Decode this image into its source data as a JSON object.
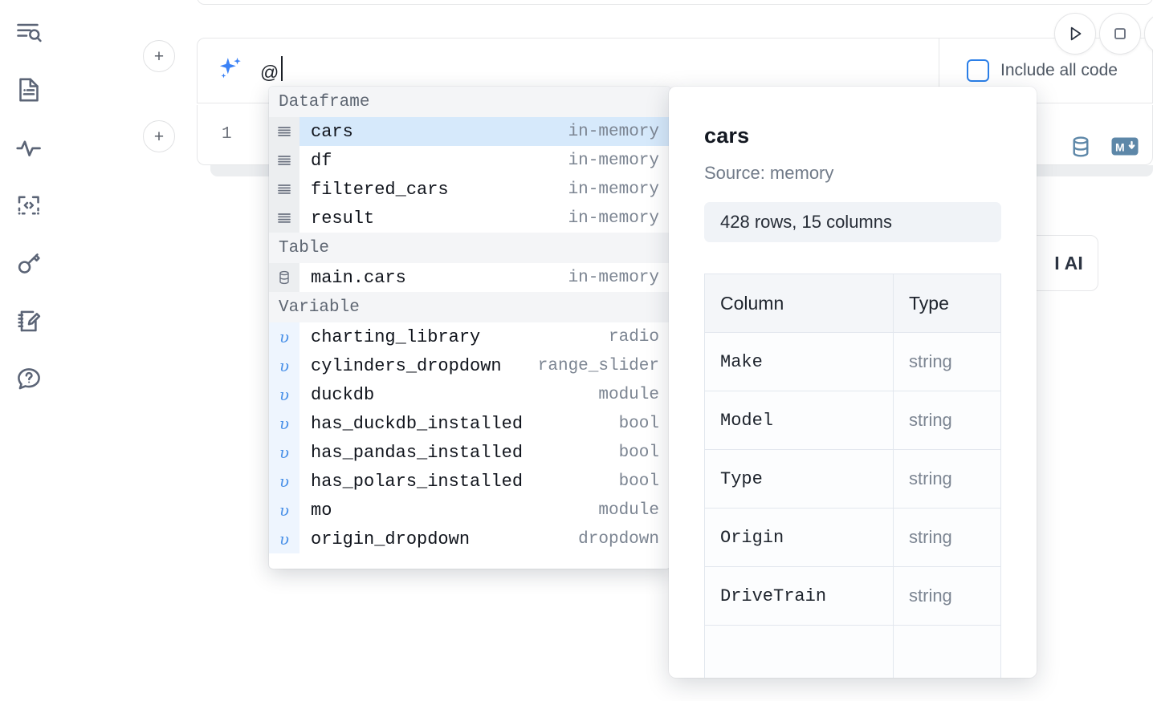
{
  "sidebar": {
    "items": [
      {
        "name": "outline-search-icon",
        "label": "Explore"
      },
      {
        "name": "document-icon",
        "label": "Notebook"
      },
      {
        "name": "activity-icon",
        "label": "Activity"
      },
      {
        "name": "snippets-icon",
        "label": "Snippets"
      },
      {
        "name": "key-icon",
        "label": "Secrets"
      },
      {
        "name": "scratchpad-icon",
        "label": "Scratchpad"
      },
      {
        "name": "help-icon",
        "label": "Help"
      }
    ]
  },
  "toolbar": {
    "run_label": "Run",
    "stop_label": "Stop",
    "include_all_code_label": "Include all code",
    "include_all_code_checked": false,
    "accent_color": "#2b7fe8"
  },
  "ai_cell": {
    "value": "@",
    "placeholder": "",
    "sparkle_icon": "ai-sparkle-icon"
  },
  "code_cell": {
    "line_number": "1",
    "icons": [
      "database-icon",
      "markdown-icon"
    ]
  },
  "ai_chip": {
    "label": "I AI"
  },
  "autocomplete": {
    "groups": [
      {
        "title": "Dataframe",
        "icon": "dataframe-icon",
        "items": [
          {
            "name": "cars",
            "type": "in-memory",
            "selected": true
          },
          {
            "name": "df",
            "type": "in-memory",
            "selected": false
          },
          {
            "name": "filtered_cars",
            "type": "in-memory",
            "selected": false
          },
          {
            "name": "result",
            "type": "in-memory",
            "selected": false
          }
        ]
      },
      {
        "title": "Table",
        "icon": "table-database-icon",
        "items": [
          {
            "name": "main.cars",
            "type": "in-memory",
            "selected": false
          }
        ]
      },
      {
        "title": "Variable",
        "icon": "variable-icon",
        "items": [
          {
            "name": "charting_library",
            "type": "radio",
            "selected": false
          },
          {
            "name": "cylinders_dropdown",
            "type": "range_slider",
            "selected": false
          },
          {
            "name": "duckdb",
            "type": "module",
            "selected": false
          },
          {
            "name": "has_duckdb_installed",
            "type": "bool",
            "selected": false
          },
          {
            "name": "has_pandas_installed",
            "type": "bool",
            "selected": false
          },
          {
            "name": "has_polars_installed",
            "type": "bool",
            "selected": false
          },
          {
            "name": "mo",
            "type": "module",
            "selected": false
          },
          {
            "name": "origin_dropdown",
            "type": "dropdown",
            "selected": false
          }
        ]
      }
    ],
    "selected_color": "#d6e9fb",
    "variable_glyph": "υ"
  },
  "preview": {
    "title": "cars",
    "source": "Source: memory",
    "shape": "428 rows, 15 columns",
    "table": {
      "headers": [
        "Column",
        "Type"
      ],
      "rows": [
        [
          "Make",
          "string"
        ],
        [
          "Model",
          "string"
        ],
        [
          "Type",
          "string"
        ],
        [
          "Origin",
          "string"
        ],
        [
          "DriveTrain",
          "string"
        ]
      ]
    }
  }
}
